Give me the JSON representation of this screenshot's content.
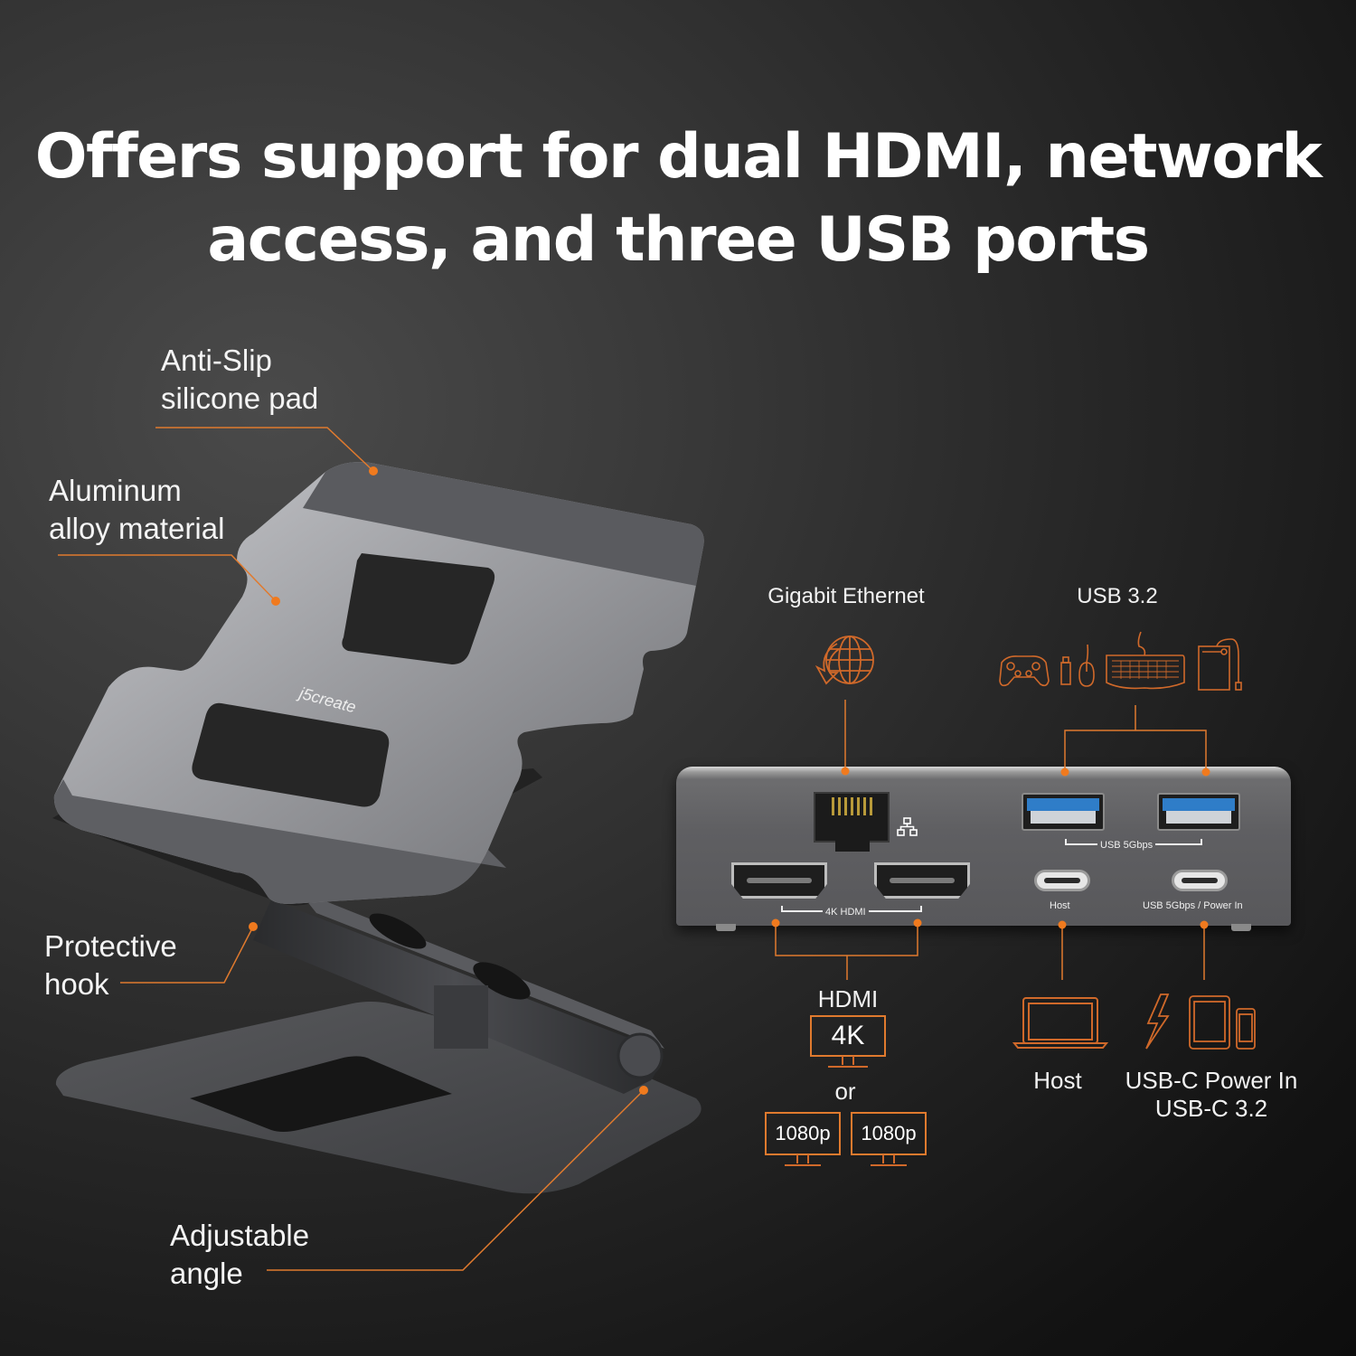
{
  "headline": {
    "line1": "Offers support for dual HDMI, network",
    "line2": "access, and three USB ports"
  },
  "stand_callouts": [
    {
      "id": "anti-slip",
      "line1": "Anti-Slip",
      "line2": "silicone pad"
    },
    {
      "id": "aluminum",
      "line1": "Aluminum",
      "line2": "alloy material"
    },
    {
      "id": "hook",
      "line1": "Protective",
      "line2": "hook"
    },
    {
      "id": "angle",
      "line1": "Adjustable",
      "line2": "angle"
    }
  ],
  "brand": {
    "logo_text": "j5create"
  },
  "hub": {
    "top_labels": {
      "ethernet": "Gigabit Ethernet",
      "usb": "USB 3.2"
    },
    "port_labels": {
      "usb_a_group": "USB 5Gbps",
      "hdmi_group": "4K HDMI",
      "usbc_host": "Host",
      "usbc_power": "USB 5Gbps / Power In"
    },
    "icons": {
      "ethernet": "globe-network-icon",
      "usb_devices": [
        "gamepad-icon",
        "usb-flash-drive-icon",
        "mouse-icon",
        "keyboard-icon",
        "external-drive-icon"
      ],
      "host": "laptop-icon",
      "power": [
        "lightning-icon",
        "tablet-icon",
        "phone-icon"
      ]
    }
  },
  "bottom_labels": {
    "hdmi_title": "HDMI",
    "hdmi_4k": "4K",
    "or": "or",
    "hdmi_1080_a": "1080p",
    "hdmi_1080_b": "1080p",
    "host": "Host",
    "power_line1": "USB-C Power In",
    "power_line2": "USB-C 3.2"
  },
  "colors": {
    "accent_orange": "#e07a2e",
    "background_dark": "#1a1a1a",
    "text": "#ffffff"
  }
}
